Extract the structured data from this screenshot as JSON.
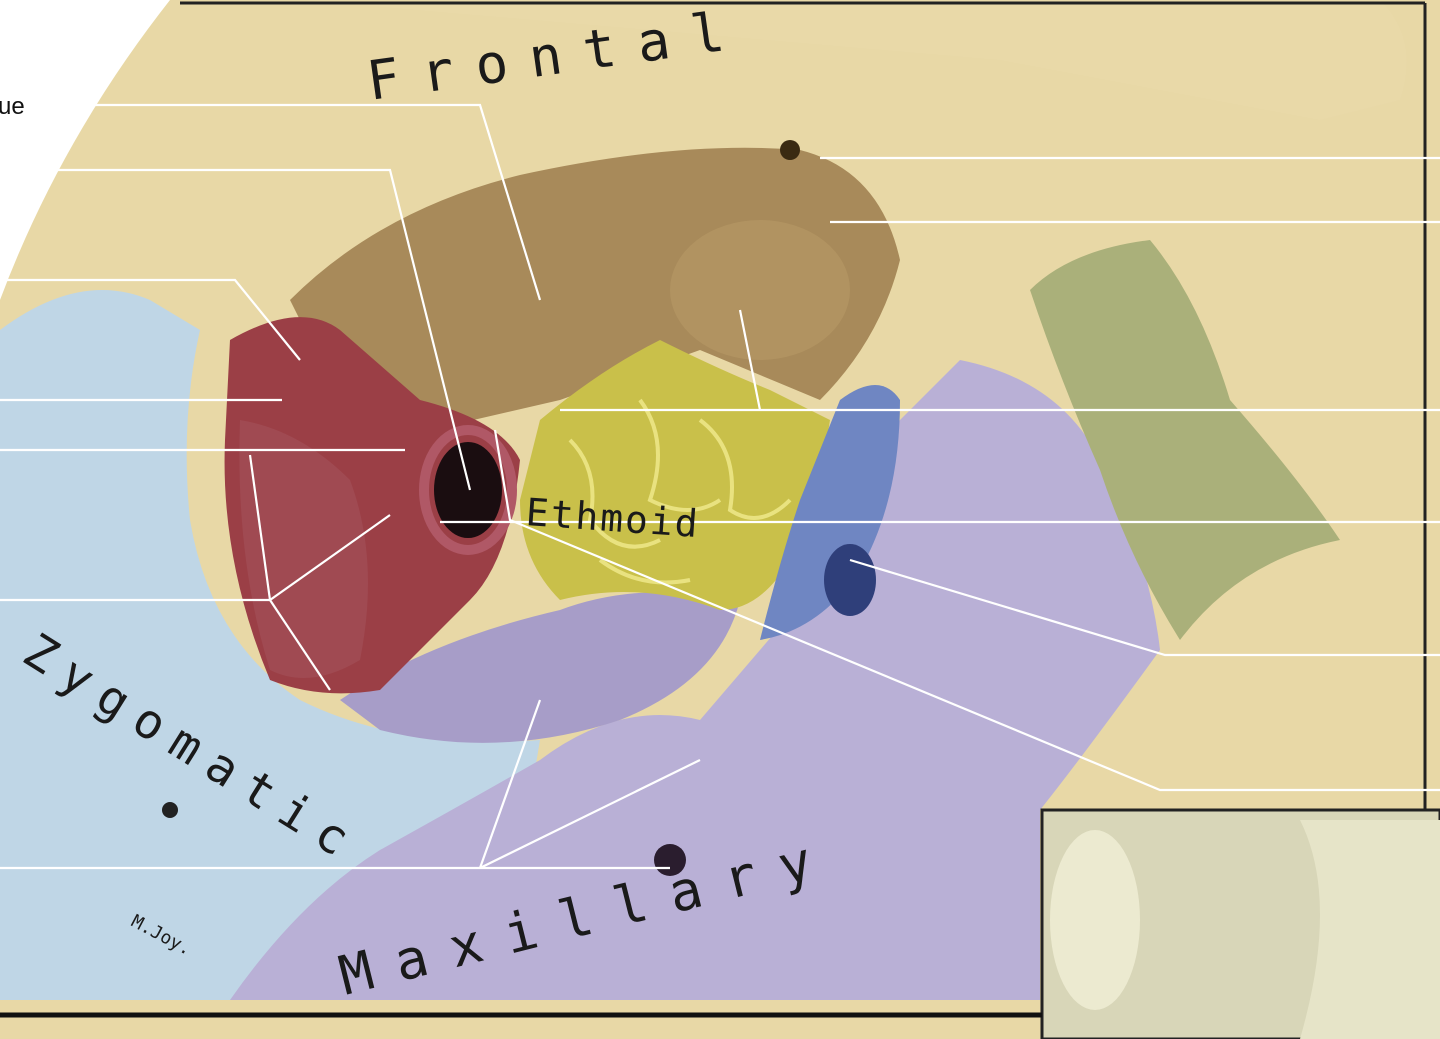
{
  "figure": {
    "bone_labels": {
      "frontal": "Frontal",
      "ethmoid": "Ethmoid",
      "zygomatic": "Zygomatic",
      "maxillary": "Maxillary"
    },
    "cut_label": "ue",
    "signature": "M.Joy."
  },
  "colors": {
    "frontal": "#e8d8a6",
    "orbit_roof": "#a88a5a",
    "sphenoid": "#9b3f46",
    "ethmoid": "#c9c04a",
    "maxillary": "#b9b0d6",
    "zygomatic": "#bfd6e6",
    "lacrimal": "#6f86c2",
    "nasal": "#aab07a"
  }
}
